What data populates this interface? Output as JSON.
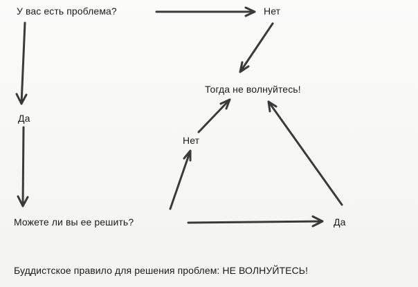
{
  "nodes": {
    "problem": "У вас есть проблема?",
    "no_top": "Нет",
    "dont_worry": "Тогда не волнуйтесь!",
    "yes_left": "Да",
    "no_middle": "Нет",
    "can_solve": "Можете ли вы ее решить?",
    "yes_right": "Да"
  },
  "caption": "Буддистское правило для решения проблем: НЕ ВОЛНУЙТЕСЬ!"
}
